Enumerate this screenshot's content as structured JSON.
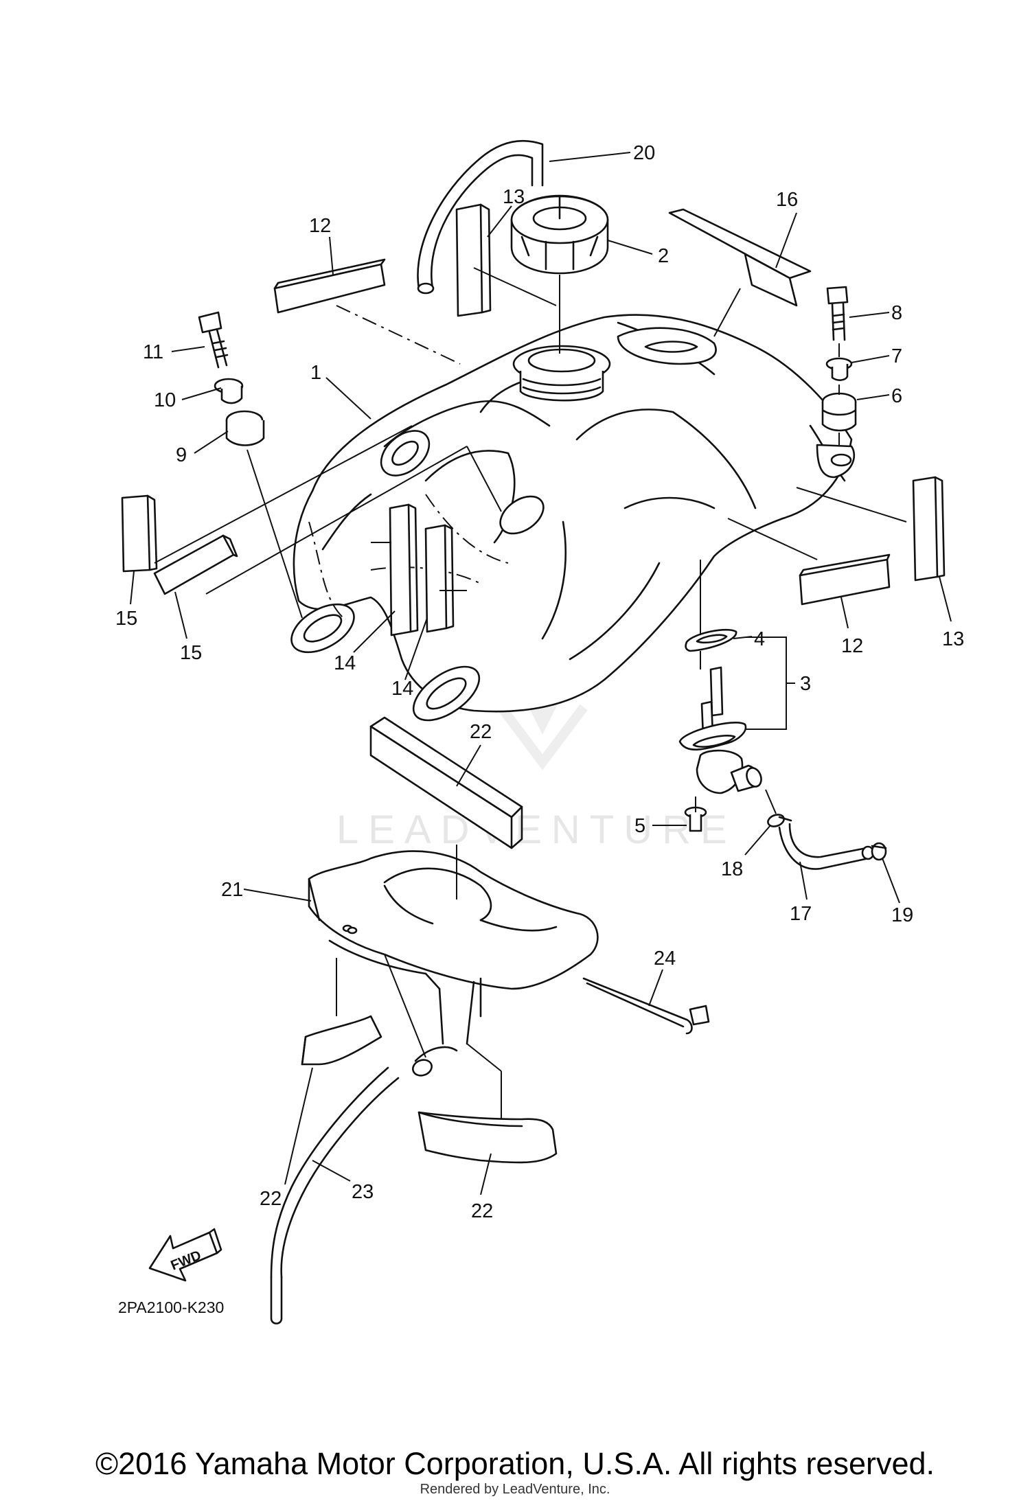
{
  "diagram": {
    "watermark": "LEADVENTURE",
    "fwd_label": "FWD",
    "drawing_code": "2PA2100-K230",
    "callouts": [
      {
        "id": "c20",
        "text": "20"
      },
      {
        "id": "c13a",
        "text": "13"
      },
      {
        "id": "c2",
        "text": "2"
      },
      {
        "id": "c16",
        "text": "16"
      },
      {
        "id": "c12a",
        "text": "12"
      },
      {
        "id": "c8",
        "text": "8"
      },
      {
        "id": "c7",
        "text": "7"
      },
      {
        "id": "c11",
        "text": "11"
      },
      {
        "id": "c1",
        "text": "1"
      },
      {
        "id": "c6",
        "text": "6"
      },
      {
        "id": "c10",
        "text": "10"
      },
      {
        "id": "c9",
        "text": "9"
      },
      {
        "id": "c15a",
        "text": "15"
      },
      {
        "id": "c15b",
        "text": "15"
      },
      {
        "id": "c14a",
        "text": "14"
      },
      {
        "id": "c14b",
        "text": "14"
      },
      {
        "id": "c4",
        "text": "4"
      },
      {
        "id": "c3",
        "text": "3"
      },
      {
        "id": "c12b",
        "text": "12"
      },
      {
        "id": "c13b",
        "text": "13"
      },
      {
        "id": "c22a",
        "text": "22"
      },
      {
        "id": "c5",
        "text": "5"
      },
      {
        "id": "c18",
        "text": "18"
      },
      {
        "id": "c17",
        "text": "17"
      },
      {
        "id": "c19",
        "text": "19"
      },
      {
        "id": "c21",
        "text": "21"
      },
      {
        "id": "c24",
        "text": "24"
      },
      {
        "id": "c22b",
        "text": "22"
      },
      {
        "id": "c23",
        "text": "23"
      },
      {
        "id": "c22c",
        "text": "22"
      }
    ]
  },
  "footer": {
    "copyright": "©2016 Yamaha Motor Corporation, U.S.A. All rights reserved.",
    "rendered_by": "Rendered by LeadVenture, Inc."
  }
}
